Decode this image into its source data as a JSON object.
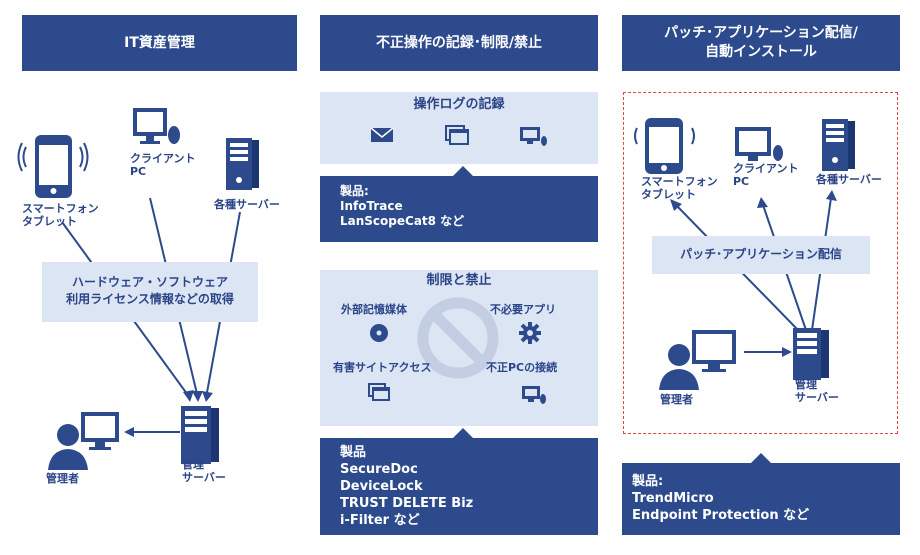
{
  "column1": {
    "title": "IT資産管理",
    "device_smartphone": "スマートフォン\nタブレット",
    "device_client_pc": "クライアント\nPC",
    "device_servers": "各種サーバー",
    "band_text_line1": "ハードウェア・ソフトウェア",
    "band_text_line2": "利用ライセンス情報などの取得",
    "admin": "管理者",
    "mgmt_server": "管理\nサーバー"
  },
  "column2": {
    "title": "不正操作の記録･制限/禁止",
    "log_title": "操作ログの記録",
    "product_label": "製品:",
    "products_top": [
      "InfoTrace",
      "LanScopeCat8 など"
    ],
    "restrict_title": "制限と禁止",
    "item_external_media": "外部記憶媒体",
    "item_unneeded_apps": "不必要アプリ",
    "item_harmful_sites": "有害サイトアクセス",
    "item_unauthorized_pc": "不正PCの接続",
    "product_label2": "製品",
    "products_bottom": [
      "SecureDoc",
      "DeviceLock",
      "TRUST DELETE Biz",
      "i-Filter など"
    ]
  },
  "column3": {
    "title_line1": "パッチ･アプリケーション配信/",
    "title_line2": "自動インストール",
    "device_smartphone": "スマートフォン\nタブレット",
    "device_client_pc": "クライアント\nPC",
    "device_servers": "各種サーバー",
    "band_text": "パッチ･アプリケーション配信",
    "admin": "管理者",
    "mgmt_server": "管理\nサーバー",
    "product_label": "製品:",
    "products": [
      "TrendMicro",
      "Endpoint Protection など"
    ]
  },
  "colors": {
    "primary": "#2c4a8c",
    "band": "#dce5f3",
    "dashed_border": "#e0454b"
  }
}
